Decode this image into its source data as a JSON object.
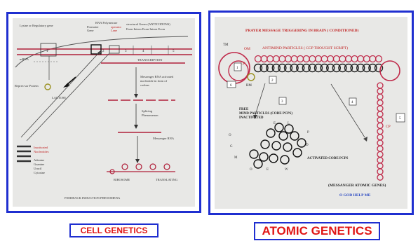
{
  "captions": {
    "left": "CELL GENETICS",
    "right": "ATOMIC GENETICS"
  },
  "cell": {
    "operon": "Lysine or Regulatory gene",
    "polymerase": "RNA Polymerase",
    "promoter": "Promoter",
    "operator": "operator",
    "structural": "structural Genes (ANTICODONS)",
    "gene": "Gene",
    "lane": "Lane",
    "exon_intron": "Exon Intron Exon Intron Exon",
    "mrna": "mRNA",
    "repressor": "Repres-sor Protein",
    "lactose": "LACTOSE",
    "transcription": "TRANSCRIPTION",
    "messenger_activated_1": "Messenger RNA activated",
    "messenger_activated_2": "nucleotide in form of",
    "messenger_activated_3": "codons",
    "splicing_1": "Splicing",
    "splicing_2": "Phenomenon",
    "messenger_rna": "Messenger RNA",
    "inactivated_1": "Inactivated",
    "inactivated_2": "Nucleotides",
    "bases": [
      "Adenine",
      "Guanine",
      "Uracil",
      "Cytosine"
    ],
    "ribosome": "RIBOSOME",
    "translating": "TRANSLATING",
    "feedback": "FEEDBACK INDUCTION PHENOMENA",
    "box_numbers": [
      "1",
      "2",
      "3",
      "4",
      "5"
    ]
  },
  "atomic": {
    "title": "PRAYER MESSAGE TRIGGERING IN BRAIN ( CONDITIONED)",
    "tm": "TM",
    "om": "OM",
    "cp": "CP",
    "rm": "RM",
    "antimind": "ANTIMIND PARTICLES ( CCP THOUGHT SCRIPT)",
    "box_labels": [
      "1",
      "2",
      "3",
      "4",
      "5",
      "6"
    ],
    "free_1": "FREE",
    "free_2": "MIND PARTICLES (CODE PCPS)",
    "free_3": "INACTIVATED",
    "letters": [
      "E",
      "L",
      "P",
      "D",
      "O",
      "G",
      "M",
      "O",
      "E",
      "W"
    ],
    "activated": "ACTIVATED CODE PCPS",
    "cp_chain": "CP",
    "messenger": "(MESSANGER ATOMIC GENES)",
    "god": "O GOD HELP ME"
  },
  "colors": {
    "frame": "#1f2fd0",
    "caption_text": "#e01515",
    "red_line": "#b0203a",
    "ink": "#222222"
  }
}
